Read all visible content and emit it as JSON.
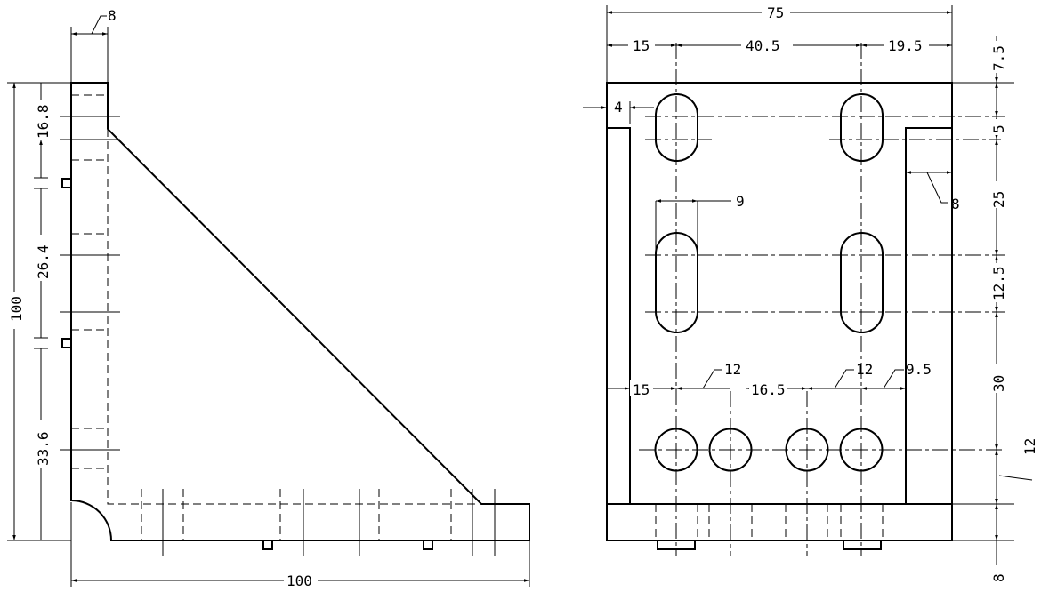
{
  "side_view": {
    "dims": {
      "top_width": "8",
      "overall_height": "100",
      "seg_upper": "16.8",
      "seg_middle": "26.4",
      "seg_lower": "33.6",
      "bottom_length": "100"
    }
  },
  "plan_view": {
    "dims": {
      "overall_width": "75",
      "left_offset": "15",
      "slot_spacing": "40.5",
      "right_offset": "19.5",
      "top_edge": "7.5",
      "rib_gap": "4",
      "rib_step": "5",
      "rib_thickness": "8",
      "slot_width": "9",
      "slot_zone": "25",
      "slot_length": "12.5",
      "hole_zone": "30",
      "hole_left_offset": "15",
      "hole_dia_left": "12",
      "hole_spacing": "16.5",
      "hole_dia_right": "12",
      "hole_right_offset": "9.5",
      "hole_dia_side": "12",
      "base_thickness": "8"
    }
  }
}
